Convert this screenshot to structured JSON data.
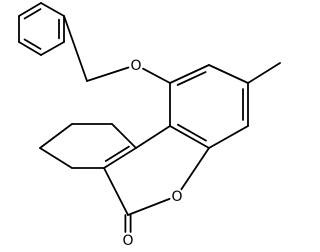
{
  "structure": {
    "atoms": [
      {
        "id": "ph1",
        "element": "C",
        "label": ""
      },
      {
        "id": "ph2",
        "element": "C",
        "label": ""
      },
      {
        "id": "ph3",
        "element": "C",
        "label": ""
      },
      {
        "id": "ph4",
        "element": "C",
        "label": ""
      },
      {
        "id": "ph5",
        "element": "C",
        "label": ""
      },
      {
        "id": "ph6",
        "element": "C",
        "label": ""
      },
      {
        "id": "ch2",
        "element": "C",
        "label": ""
      },
      {
        "id": "o_ether",
        "element": "O",
        "label": "O"
      },
      {
        "id": "r1",
        "element": "C",
        "label": ""
      },
      {
        "id": "r2",
        "element": "C",
        "label": ""
      },
      {
        "id": "r3",
        "element": "C",
        "label": ""
      },
      {
        "id": "r4",
        "element": "C",
        "label": ""
      },
      {
        "id": "r5",
        "element": "C",
        "label": ""
      },
      {
        "id": "r6",
        "element": "C",
        "label": ""
      },
      {
        "id": "me",
        "element": "C",
        "label": ""
      },
      {
        "id": "o_ring",
        "element": "O",
        "label": "O"
      },
      {
        "id": "c_co",
        "element": "C",
        "label": ""
      },
      {
        "id": "o_co",
        "element": "O",
        "label": "O"
      },
      {
        "id": "p1",
        "element": "C",
        "label": ""
      },
      {
        "id": "p2",
        "element": "C",
        "label": ""
      },
      {
        "id": "cy1",
        "element": "C",
        "label": ""
      },
      {
        "id": "cy2",
        "element": "C",
        "label": ""
      },
      {
        "id": "cy3",
        "element": "C",
        "label": ""
      },
      {
        "id": "cy4",
        "element": "C",
        "label": ""
      }
    ],
    "bonds": [
      {
        "a": "ph1",
        "b": "ph2",
        "order": 1
      },
      {
        "a": "ph2",
        "b": "ph3",
        "order": 2
      },
      {
        "a": "ph3",
        "b": "ph4",
        "order": 1
      },
      {
        "a": "ph4",
        "b": "ph5",
        "order": 2
      },
      {
        "a": "ph5",
        "b": "ph6",
        "order": 1
      },
      {
        "a": "ph6",
        "b": "ph1",
        "order": 2
      },
      {
        "a": "ph4",
        "b": "ch2",
        "order": 1
      },
      {
        "a": "ch2",
        "b": "o_ether",
        "order": 1
      },
      {
        "a": "o_ether",
        "b": "r1",
        "order": 1
      },
      {
        "a": "r1",
        "b": "r2",
        "order": 2
      },
      {
        "a": "r2",
        "b": "r3",
        "order": 1
      },
      {
        "a": "r3",
        "b": "r4",
        "order": 2
      },
      {
        "a": "r4",
        "b": "r5",
        "order": 1
      },
      {
        "a": "r5",
        "b": "r6",
        "order": 2
      },
      {
        "a": "r6",
        "b": "r1",
        "order": 1
      },
      {
        "a": "r3",
        "b": "me",
        "order": 1
      },
      {
        "a": "r5",
        "b": "o_ring",
        "order": 1
      },
      {
        "a": "o_ring",
        "b": "c_co",
        "order": 1
      },
      {
        "a": "c_co",
        "b": "o_co",
        "order": 2
      },
      {
        "a": "c_co",
        "b": "p2",
        "order": 1
      },
      {
        "a": "p2",
        "b": "p1",
        "order": 2
      },
      {
        "a": "p1",
        "b": "r6",
        "order": 1
      },
      {
        "a": "p1",
        "b": "cy1",
        "order": 1
      },
      {
        "a": "cy1",
        "b": "cy2",
        "order": 1
      },
      {
        "a": "cy2",
        "b": "cy3",
        "order": 1
      },
      {
        "a": "cy3",
        "b": "cy4",
        "order": 1
      },
      {
        "a": "cy4",
        "b": "p2",
        "order": 1
      }
    ]
  }
}
